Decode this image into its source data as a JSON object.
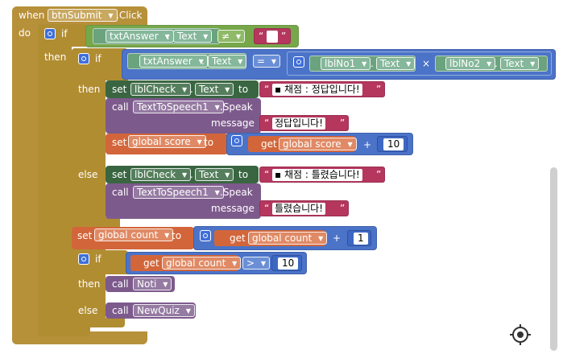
{
  "colors": {
    "event": "#b7903a",
    "control": "#b18d32",
    "logic": "#77a74a",
    "math": "#4b73c8",
    "text": "#b5375e",
    "setter_component": "#396541",
    "procedure": "#7d5a8c",
    "variable": "#d2663a"
  },
  "event": {
    "when": "when",
    "component": "btnSubmit",
    "event": ".Click",
    "do": "do"
  },
  "if1": {
    "if": "if",
    "then": "then",
    "compare_left": {
      "component": "txtAnswer",
      "prop": "Text"
    },
    "operator": "≠",
    "empty_text": " ",
    "if2": {
      "if": "if",
      "then": "then",
      "else": "else",
      "left": {
        "component": "txtAnswer",
        "prop": "Text"
      },
      "operator": "=",
      "mul": "×",
      "a": {
        "component": "lblNo1",
        "prop": "Text"
      },
      "b": {
        "component": "lblNo2",
        "prop": "Text"
      },
      "then_block": {
        "set": "set",
        "component": "lblCheck",
        "prop": "Text",
        "to": "to",
        "text": "▪ 채점 : 정답입니다!",
        "call": "call",
        "speech": "TextToSpeech1",
        "method": ".Speak",
        "message": "message",
        "speak_text": "정답입니다!",
        "set_score": "set",
        "score_var": "global score",
        "score_to": "to",
        "get": "get",
        "get_var": "global score",
        "plus": "+",
        "inc": "10"
      },
      "else_block": {
        "set": "set",
        "component": "lblCheck",
        "prop": "Text",
        "to": "to",
        "text": "▪ 채점 : 틀렸습니다!",
        "call": "call",
        "speech": "TextToSpeech1",
        "method": ".Speak",
        "message": "message",
        "speak_text": "틀렸습니다!"
      }
    },
    "set_count": {
      "set": "set",
      "var": "global count",
      "to": "to",
      "get": "get",
      "get_var": "global count",
      "plus": "+",
      "inc": "1"
    },
    "if3": {
      "if": "if",
      "get": "get",
      "var": "global count",
      "op": ">",
      "limit": "10",
      "then": "then",
      "call_then": "call",
      "proc_then": "Noti",
      "else": "else",
      "call_else": "call",
      "proc_else": "NewQuiz"
    }
  }
}
